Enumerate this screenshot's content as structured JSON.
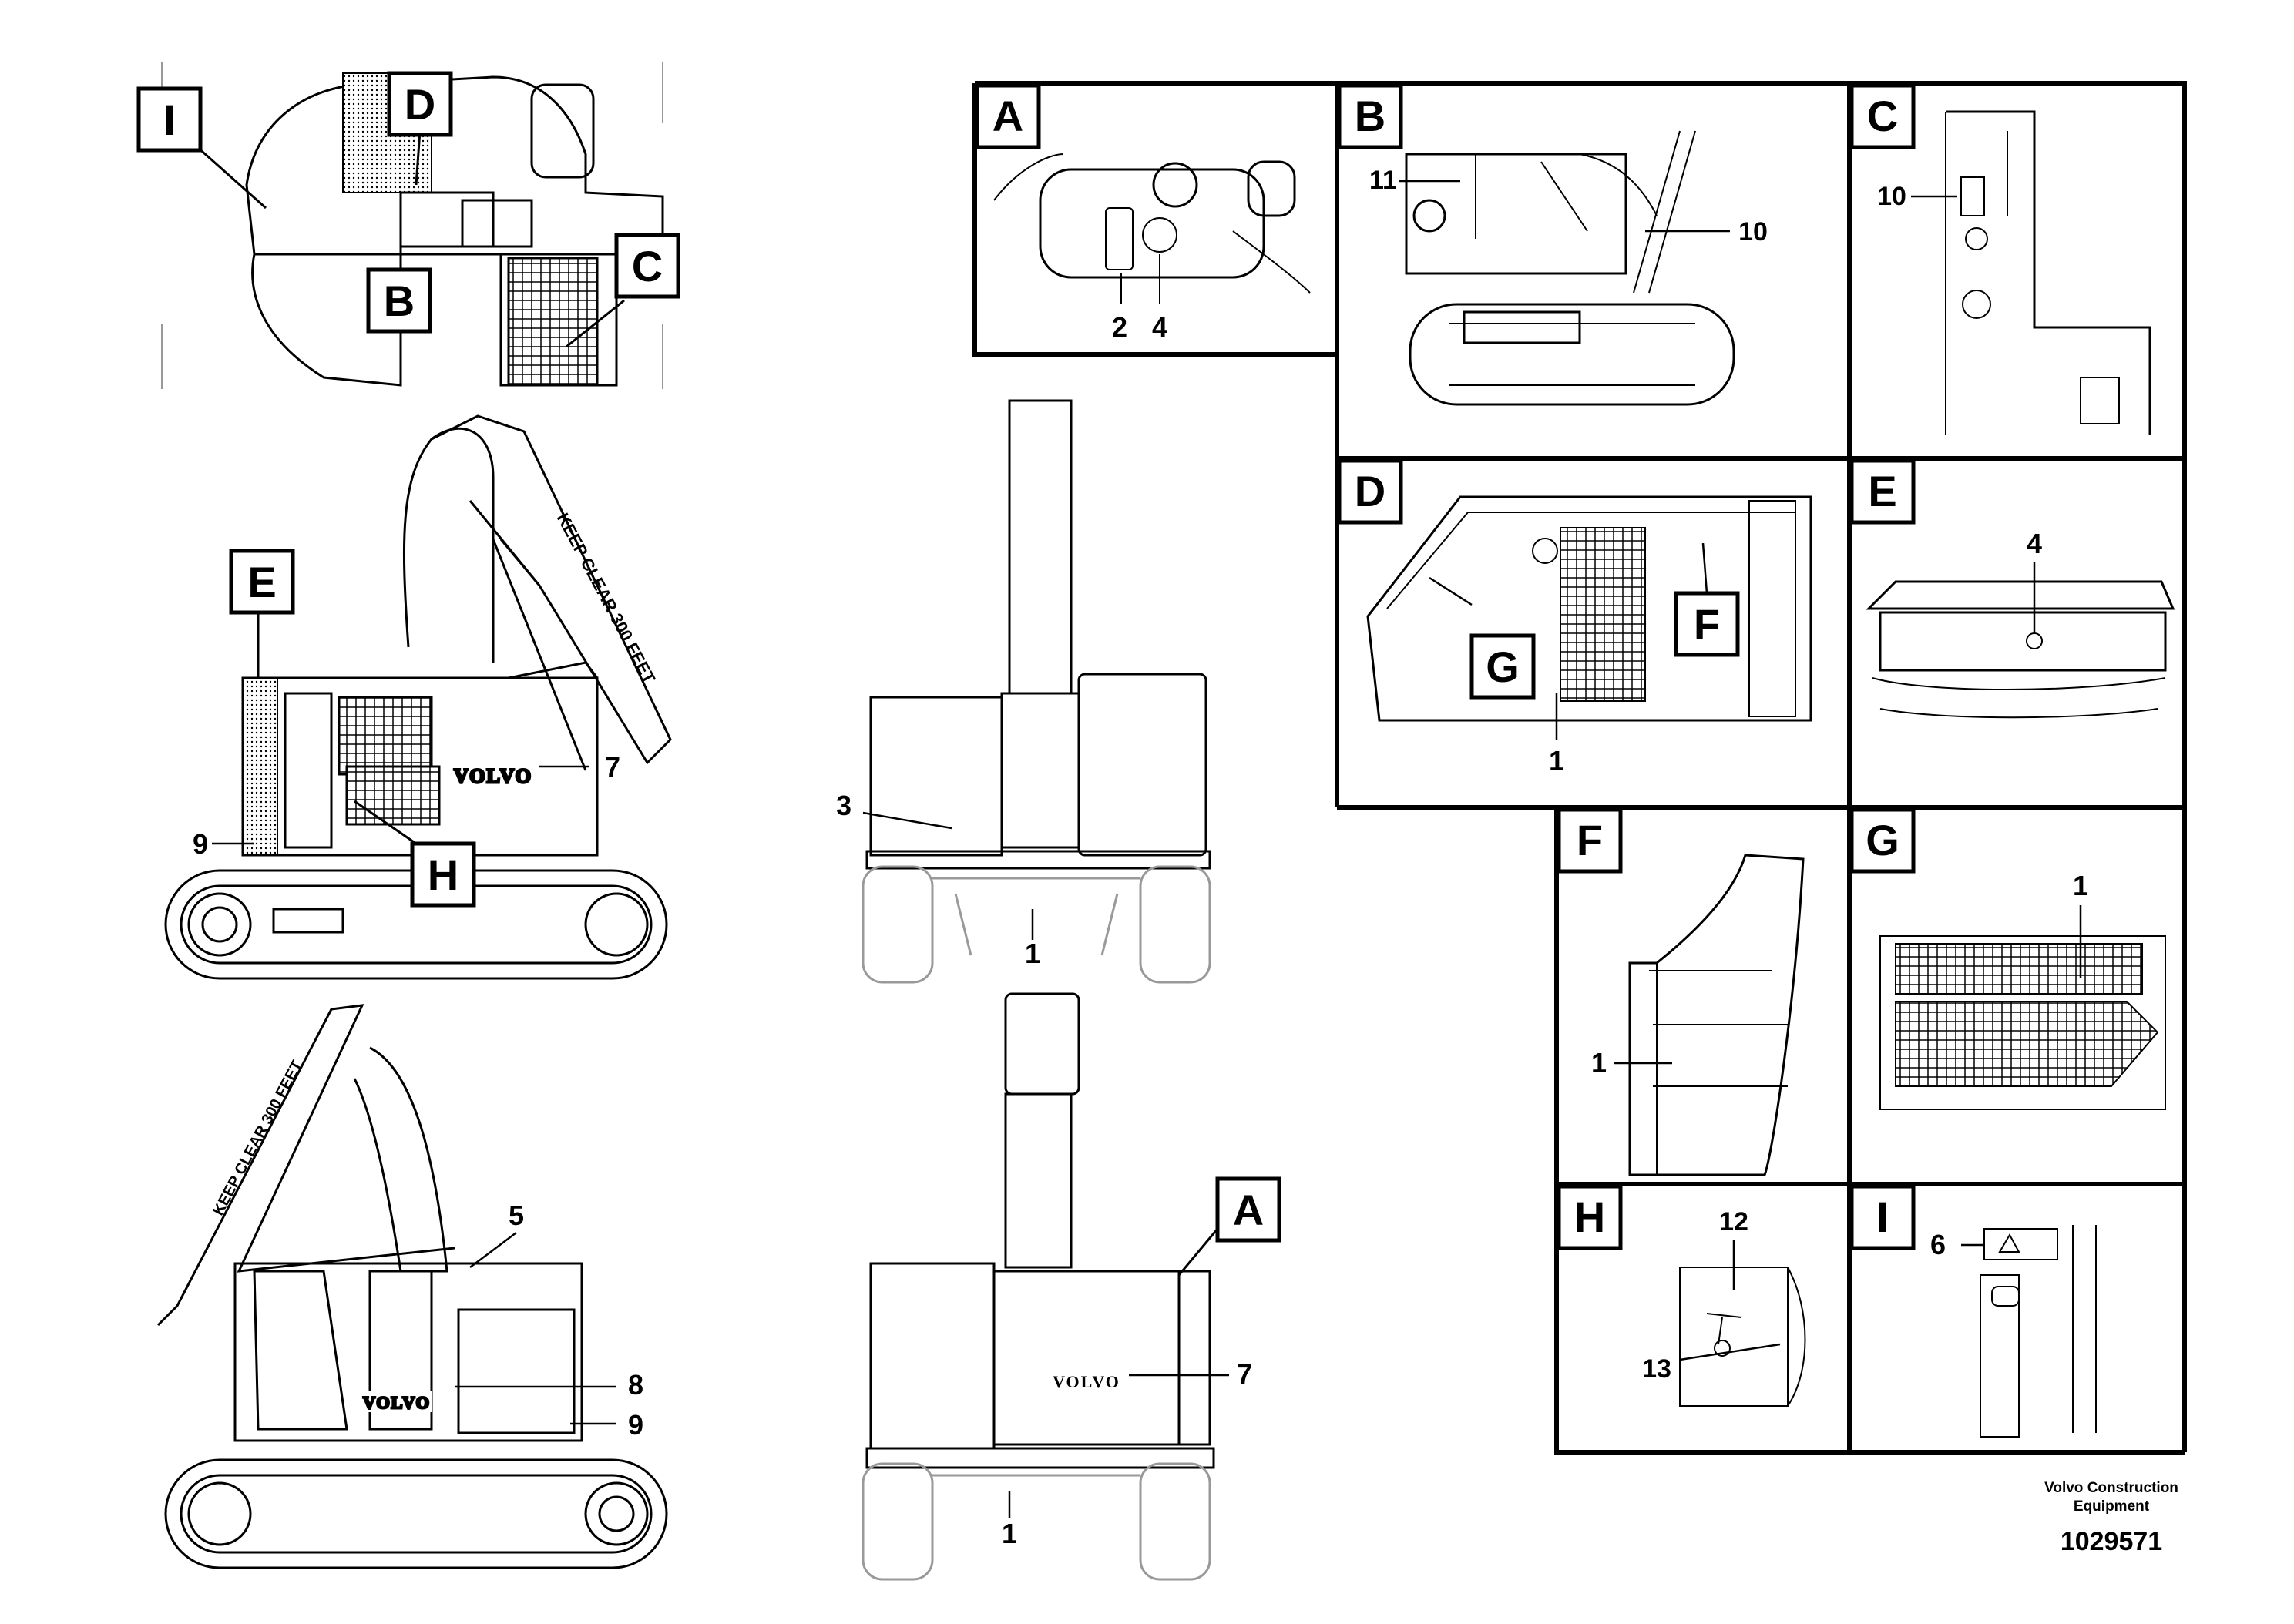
{
  "overview_letters": {
    "I": "I",
    "D": "D",
    "B": "B",
    "C": "C",
    "E": "E",
    "H": "H",
    "A": "A"
  },
  "detail_panels": [
    {
      "letter": "A"
    },
    {
      "letter": "B"
    },
    {
      "letter": "C"
    },
    {
      "letter": "D"
    },
    {
      "letter": "E"
    },
    {
      "letter": "F"
    },
    {
      "letter": "G"
    },
    {
      "letter": "H"
    },
    {
      "letter": "I"
    }
  ],
  "inset_letters": {
    "F": "F",
    "G": "G"
  },
  "callouts": {
    "c1": "1",
    "c2": "2",
    "c3": "3",
    "c4": "4",
    "c5": "5",
    "c6": "6",
    "c7": "7",
    "c8": "8",
    "c9": "9",
    "c10": "10",
    "c11": "11",
    "c12": "12",
    "c13": "13"
  },
  "brand": "VOLVO",
  "boom_text": "KEEP CLEAR 300 FEET",
  "footer": {
    "maker_line1": "Volvo Construction",
    "maker_line2": "Equipment",
    "doc_number": "1029571"
  }
}
